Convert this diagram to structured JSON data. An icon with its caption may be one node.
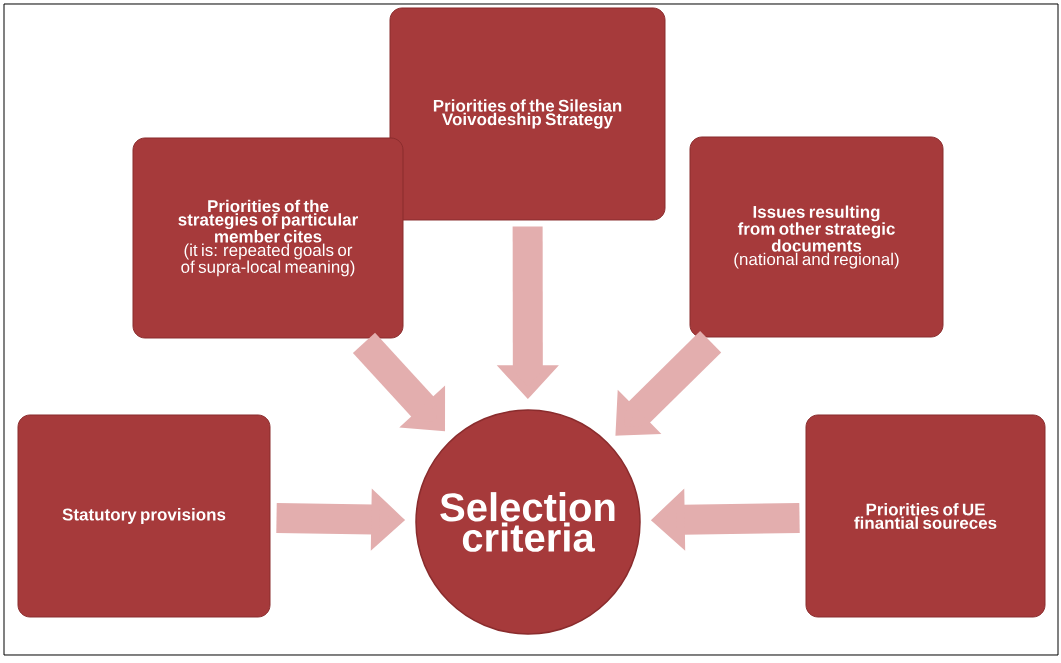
{
  "diagram": {
    "nodes": [
      {
        "text": [
          "Priorities of the Silesian Voivodeship Strategy"
        ]
      },
      {
        "text": [
          "Priorities of the strategies of particular member cites",
          "(it is: repeated goals or of supra-local meaning)"
        ]
      },
      {
        "text": [
          "Issues resulting from other strategic documents",
          "(national and regional)"
        ]
      },
      {
        "text": [
          "Statutory provisions"
        ]
      },
      {
        "text": [
          "Selection criteria"
        ]
      },
      {
        "text": [
          "Priorities of UE finantial soureces"
        ]
      }
    ],
    "edges": [
      {
        "from": 0,
        "to": 4,
        "arrow": "to"
      },
      {
        "from": 1,
        "to": 4,
        "arrow": "to"
      },
      {
        "from": 2,
        "to": 4,
        "arrow": "to"
      },
      {
        "from": 3,
        "to": 4,
        "arrow": "to"
      },
      {
        "from": 5,
        "to": 4,
        "arrow": "to"
      }
    ]
  }
}
